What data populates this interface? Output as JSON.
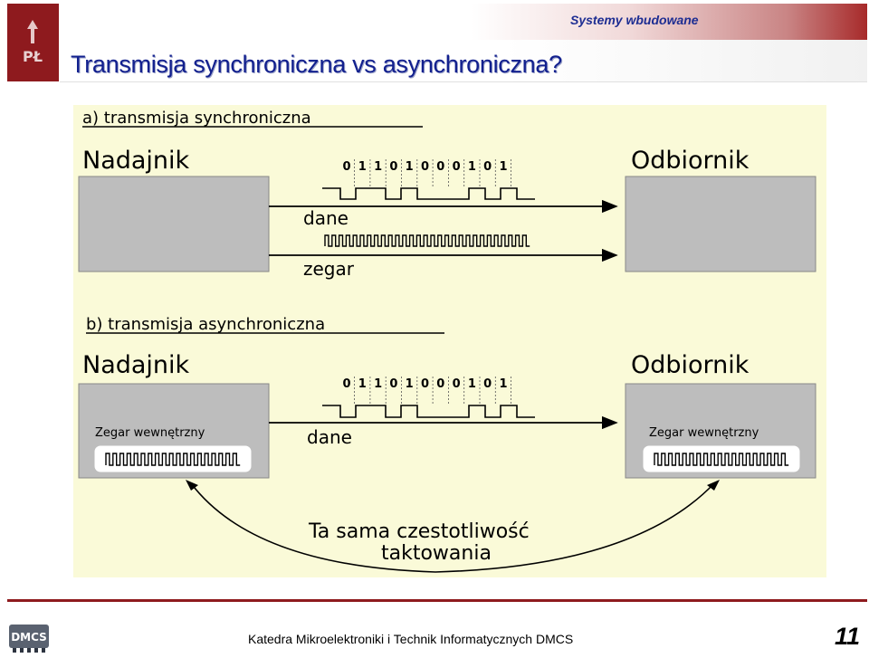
{
  "header": {
    "course": "Systemy wbudowane",
    "title": "Transmisja synchroniczna vs asynchroniczna?",
    "logo_text": "PŁ"
  },
  "diagram": {
    "sync": {
      "label": "a) transmisja synchroniczna",
      "sender": "Nadajnik",
      "receiver": "Odbiornik",
      "bits": [
        "0",
        "1",
        "1",
        "0",
        "1",
        "0",
        "0",
        "0",
        "1",
        "0",
        "1"
      ],
      "data_line": "dane",
      "clock_line": "zegar"
    },
    "async": {
      "label": "b) transmisja asynchroniczna",
      "sender": "Nadajnik",
      "receiver": "Odbiornik",
      "bits": [
        "0",
        "1",
        "1",
        "0",
        "1",
        "0",
        "0",
        "0",
        "1",
        "0",
        "1"
      ],
      "data_line": "dane",
      "internal_clock_left": "Zegar wewnętrzny",
      "internal_clock_right": "Zegar wewnętrzny",
      "same_freq_line1": "Ta sama czestotliwość",
      "same_freq_line2": "taktowania"
    }
  },
  "footer": {
    "department": "Katedra Mikroelektroniki i Technik Informatycznych DMCS",
    "page": "11",
    "logo_text": "DMCS"
  }
}
